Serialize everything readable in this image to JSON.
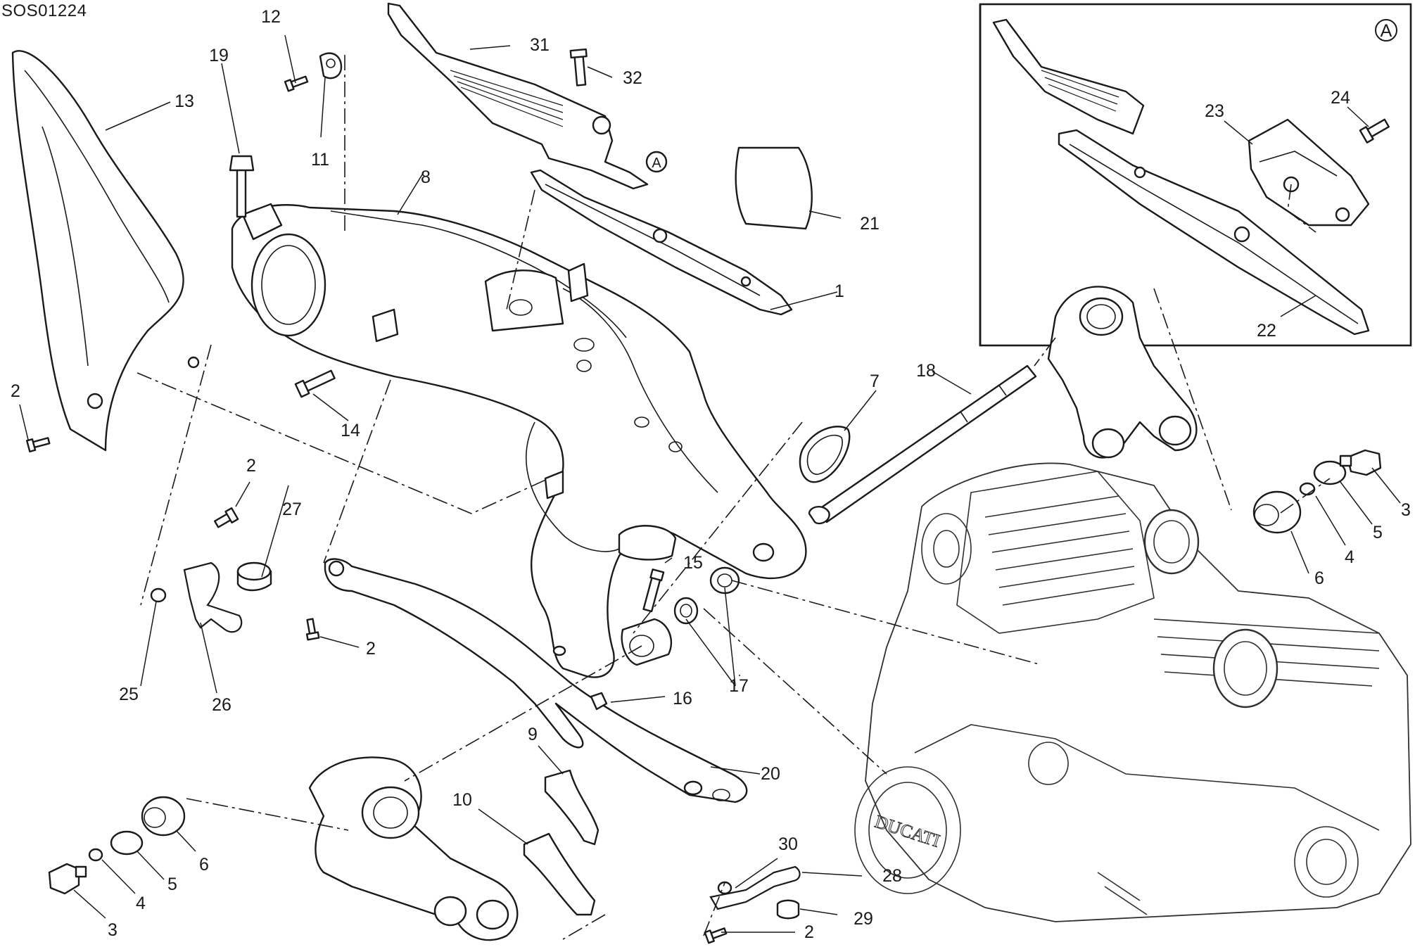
{
  "drawing_code": "SOS01224",
  "detail_ref": "A",
  "callouts": [
    "1",
    "2",
    "3",
    "4",
    "5",
    "6",
    "7",
    "8",
    "9",
    "10",
    "11",
    "12",
    "13",
    "14",
    "15",
    "16",
    "17",
    "18",
    "19",
    "20",
    "21",
    "22",
    "23",
    "24",
    "25",
    "26",
    "27",
    "28",
    "29",
    "30",
    "31",
    "32"
  ],
  "engine_brand": "DUCATI"
}
